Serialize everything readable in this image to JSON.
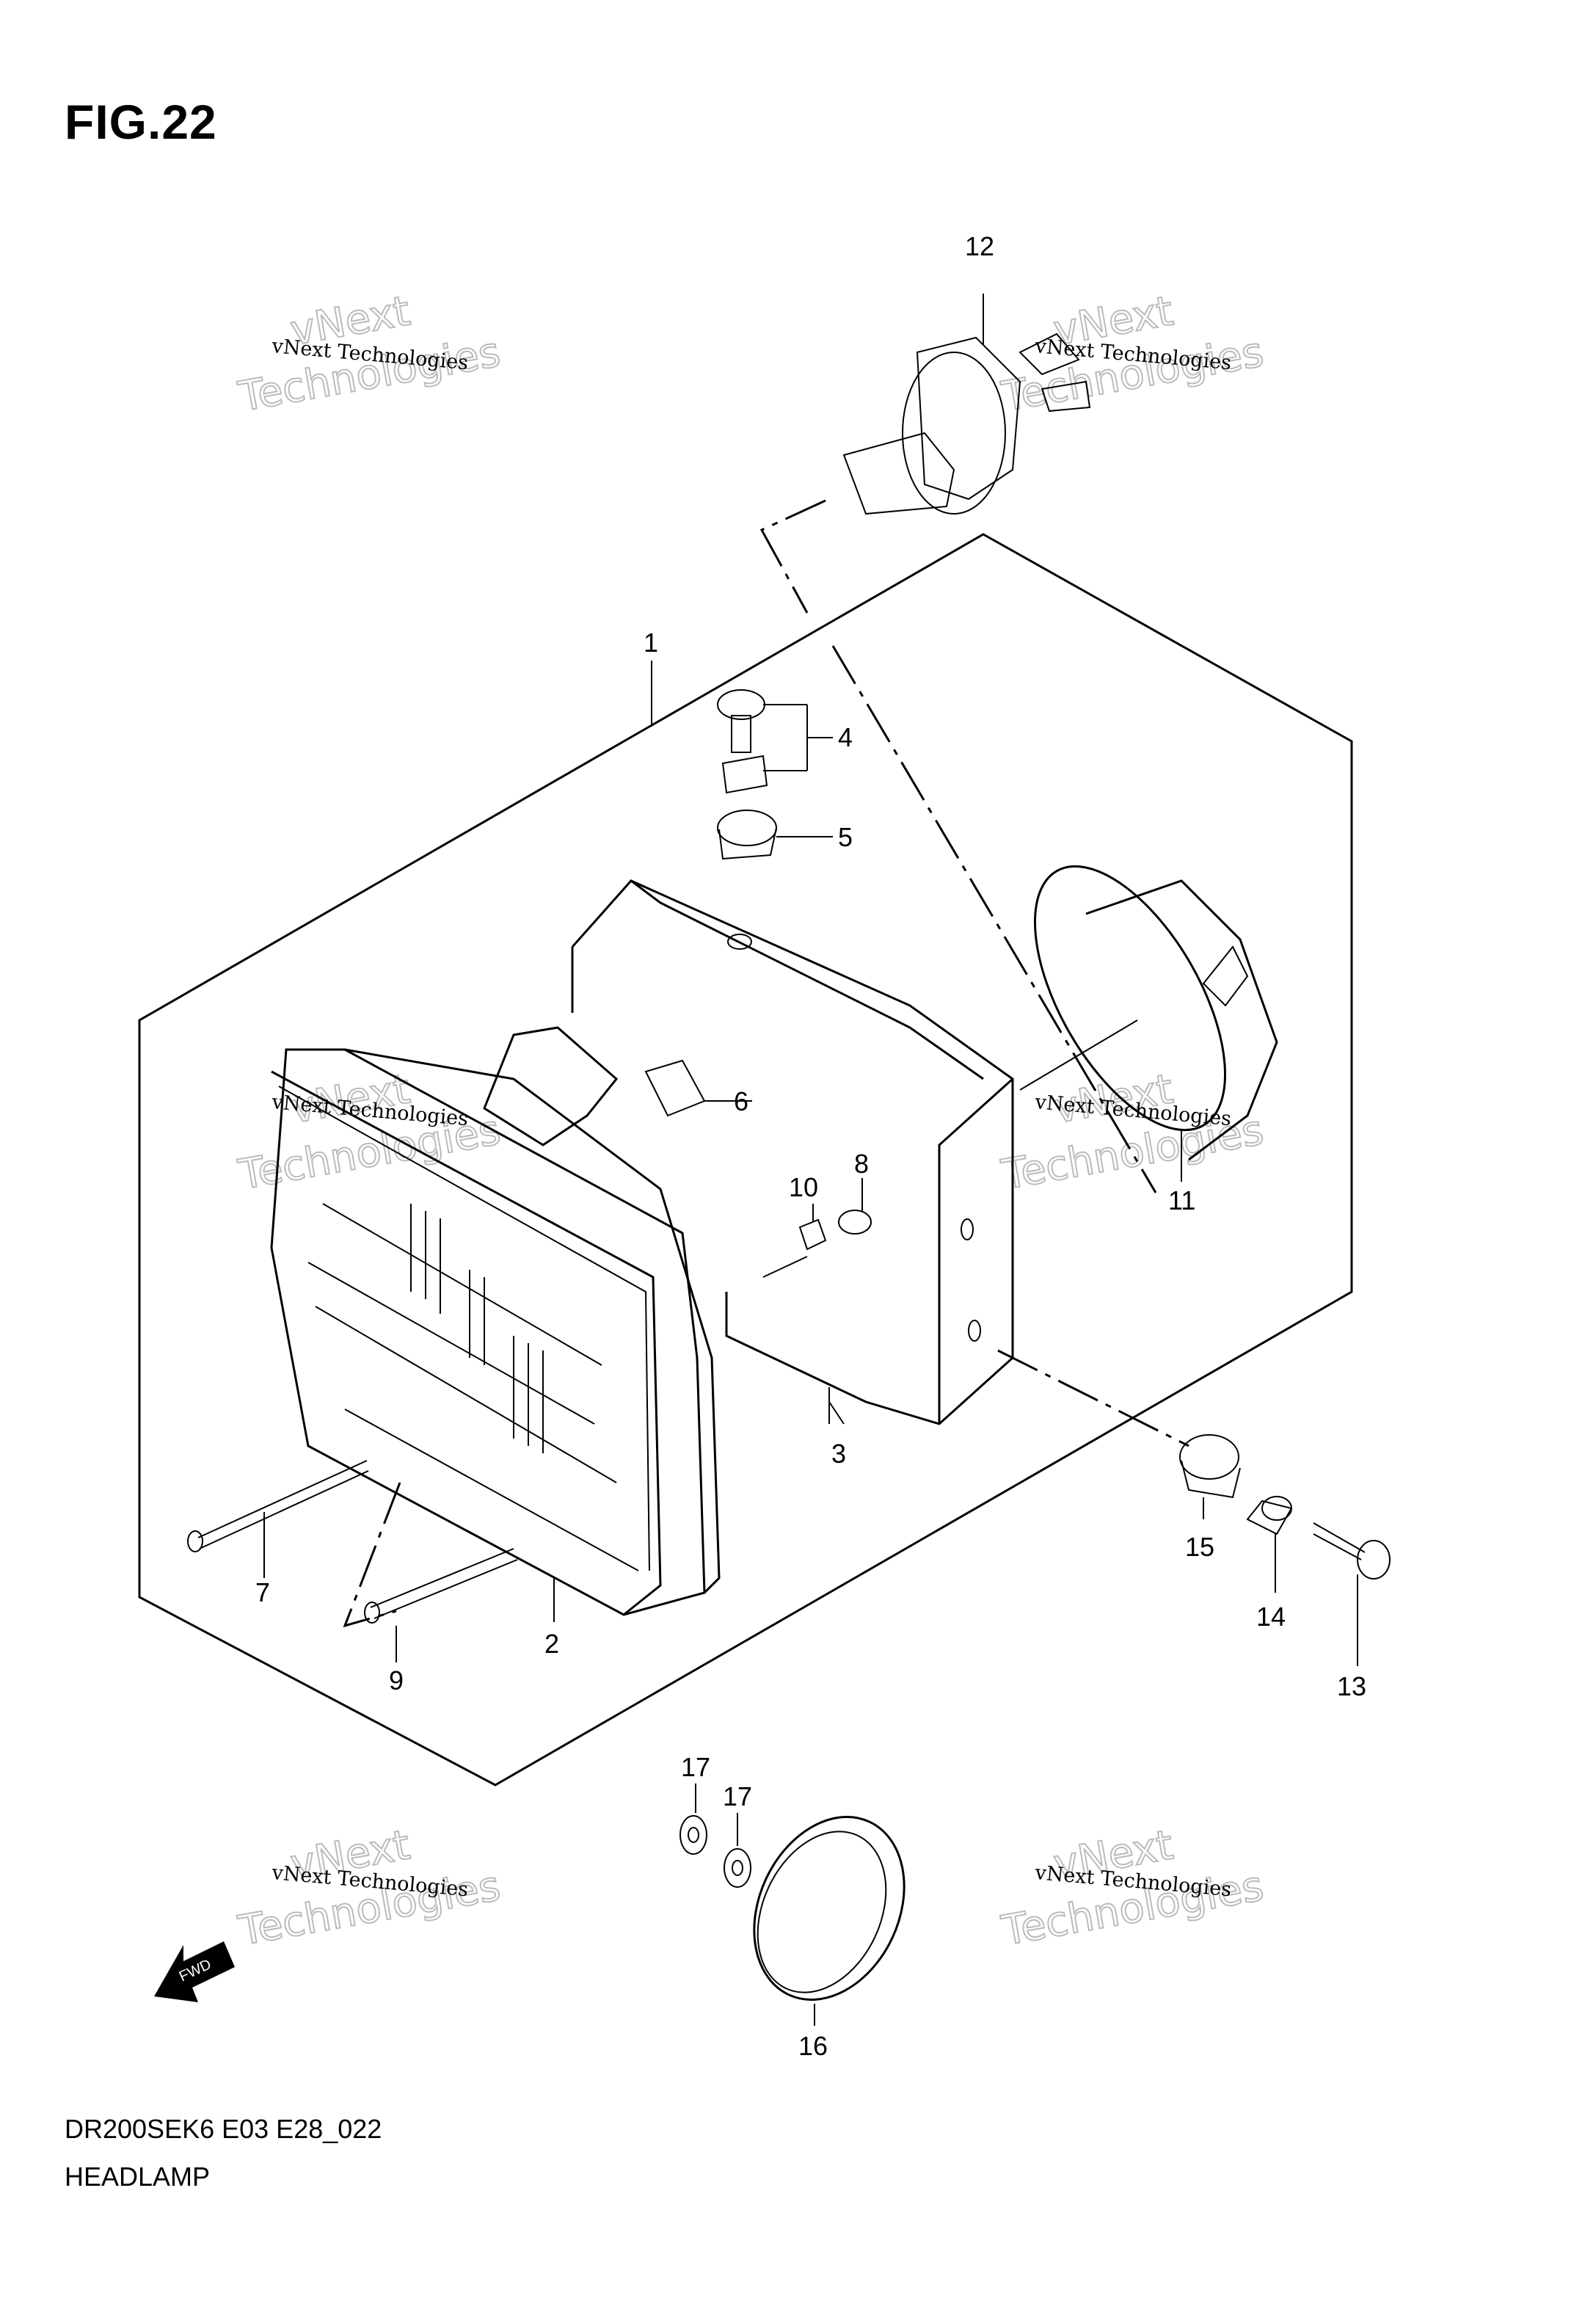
{
  "figure": {
    "title": "FIG.22",
    "model_code": "DR200SEK6 E03 E28_022",
    "name": "HEADLAMP"
  },
  "fwd_arrow_label": "FWD",
  "watermark": {
    "line1": "vNext Technologies",
    "line2": "vNext",
    "line3": "Technologies"
  },
  "callouts": [
    "1",
    "2",
    "3",
    "4",
    "5",
    "6",
    "7",
    "8",
    "9",
    "10",
    "11",
    "12",
    "13",
    "14",
    "15",
    "16",
    "17",
    "17"
  ]
}
